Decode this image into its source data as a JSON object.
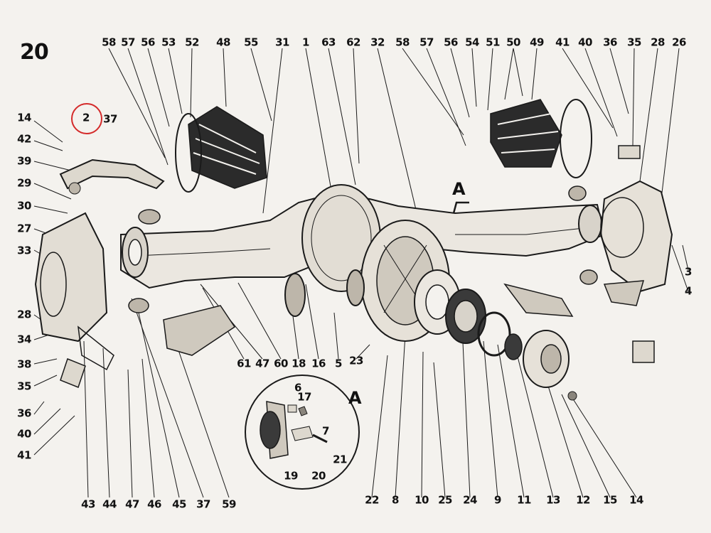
{
  "page_number": "20",
  "highlight": {
    "part": "2",
    "color": "#d42a2a"
  },
  "views": {
    "main_arrow": "A",
    "detail": "A"
  },
  "parts": {
    "top_row": [
      "58",
      "57",
      "56",
      "53",
      "52",
      "48",
      "55",
      "31",
      "1",
      "63",
      "62",
      "32",
      "58",
      "57",
      "56",
      "54",
      "51",
      "50",
      "49",
      "41",
      "40",
      "36",
      "35",
      "28",
      "26"
    ],
    "left_column": [
      "14",
      "2",
      "37",
      "42",
      "39",
      "29",
      "30",
      "27",
      "33",
      "28",
      "34",
      "38",
      "35",
      "36",
      "40",
      "41"
    ],
    "bottom_row": [
      "43",
      "44",
      "47",
      "46",
      "45",
      "37",
      "59",
      "22",
      "8",
      "10",
      "25",
      "24",
      "9",
      "11",
      "13",
      "12",
      "15",
      "14"
    ],
    "middle": [
      "61",
      "47",
      "60",
      "18",
      "16",
      "5",
      "23"
    ],
    "right_side": [
      "3",
      "4"
    ],
    "detail_a": [
      "6",
      "17",
      "7",
      "21",
      "19",
      "20"
    ]
  }
}
